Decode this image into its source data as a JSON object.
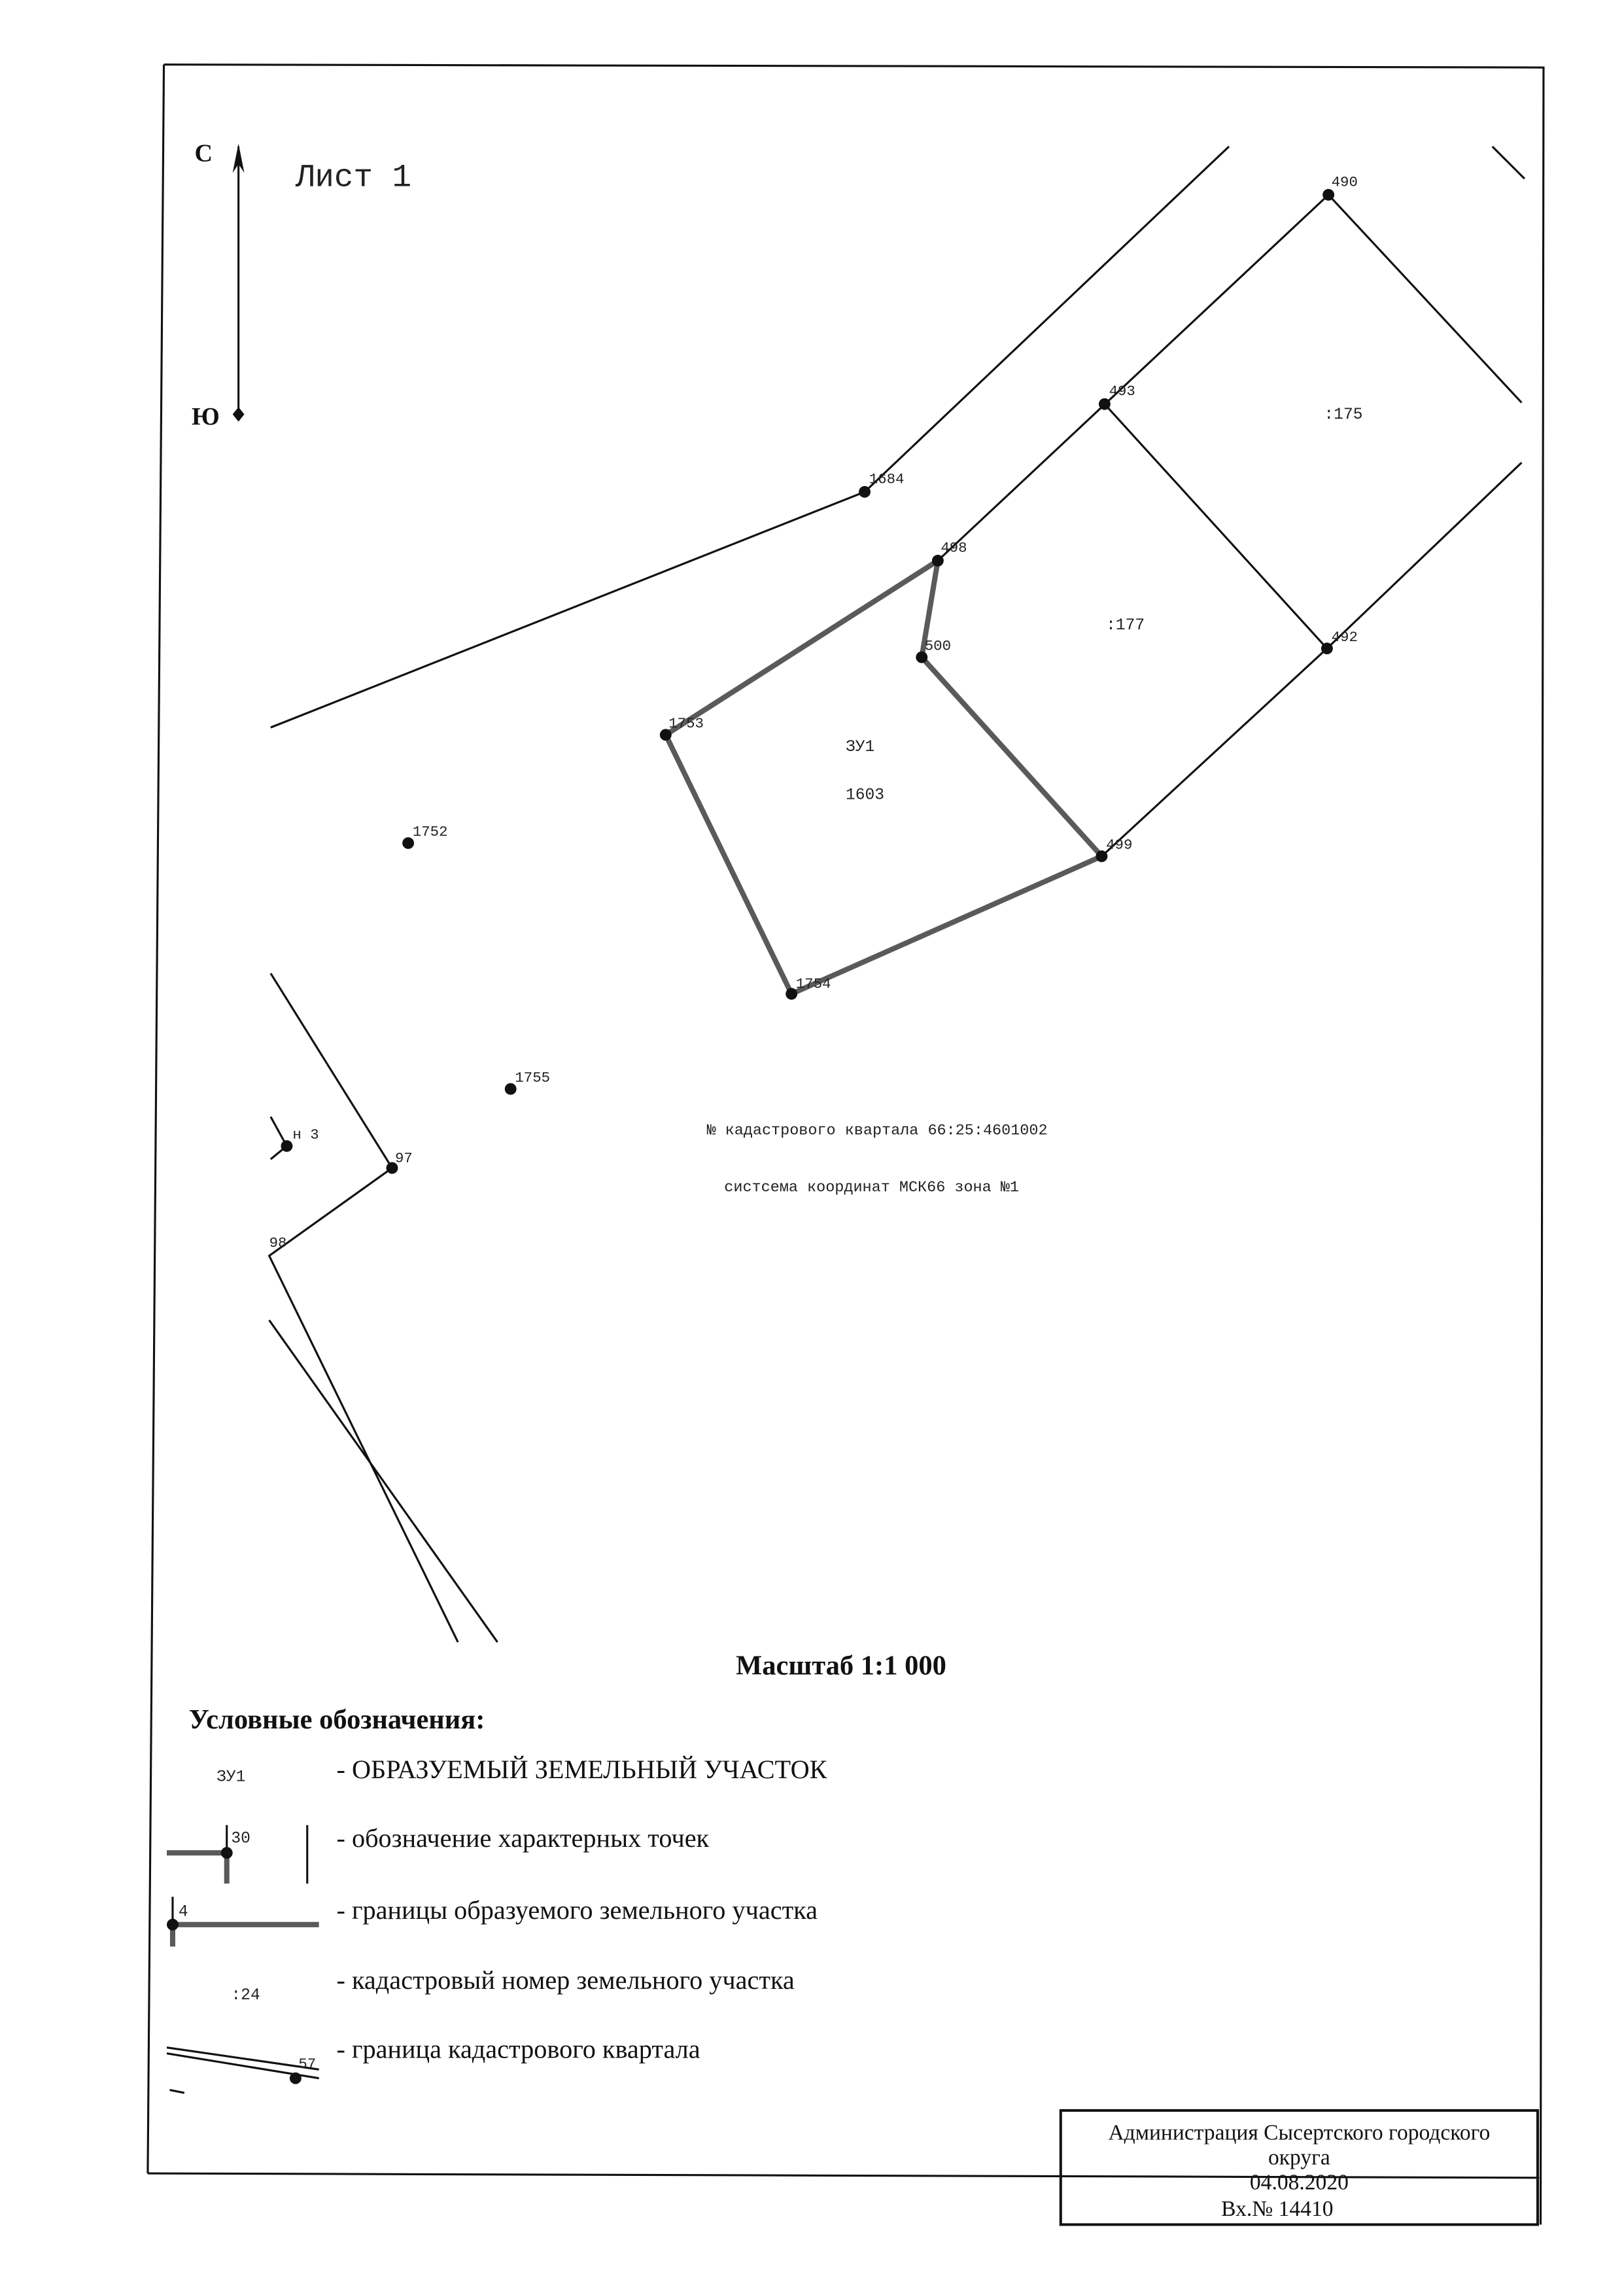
{
  "sheet": {
    "title": "Лист 1",
    "north": "С",
    "south": "Ю"
  },
  "points": {
    "p490": "490",
    "p493": "493",
    "p492": "492",
    "p1684": "1684",
    "p498": "498",
    "p500": "500",
    "p1753": "1753",
    "p1754": "1754",
    "p499": "499",
    "p1752": "1752",
    "p1755": "1755",
    "pn3": "н 3",
    "p97": "97",
    "p98": "98"
  },
  "parcels": {
    "p175": ":175",
    "p177": ":177",
    "zu1": "ЗУ1",
    "zu1_num": "1603"
  },
  "notes": {
    "quarter": "№ кадастрового квартала 66:25:4601002",
    "coords": "систсема координат МСК66 зона №1"
  },
  "scale": "Масштаб 1:1 000",
  "legend": {
    "title": "Условные обозначения:",
    "items": [
      {
        "sample": "ЗУ1",
        "text": "- ОБРАЗУЕМЫЙ ЗЕМЕЛЬНЫЙ УЧАСТОК"
      },
      {
        "sample": "30",
        "text": "- обозначение характерных точек"
      },
      {
        "sample": "4",
        "text": "- границы образуемого земельного участка"
      },
      {
        "sample": ":24",
        "text": "- кадастровый номер земельного участка"
      },
      {
        "sample": "57",
        "text": "- граница кадастрового квартала"
      }
    ]
  },
  "stamp": {
    "line1": "Администрация Сысертского городского",
    "line2": "округа",
    "date": "04.08.2020",
    "number": "Вх.№ 14410"
  }
}
